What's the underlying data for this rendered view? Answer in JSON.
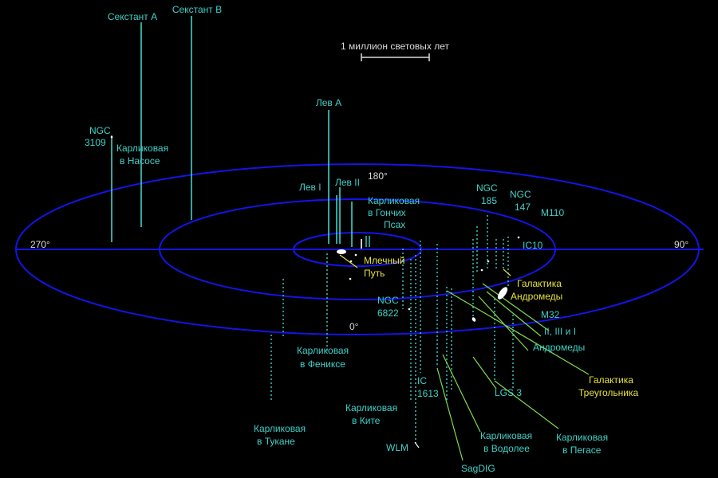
{
  "colors": {
    "background": "#000000",
    "rings": "#1414e6",
    "cyan_label": "#3fd1c8",
    "green_label": "#7fdc52",
    "yellow_label": "#e6e23a",
    "grey_text": "#dcdcdc",
    "white": "#ffffff"
  },
  "scale_bar": {
    "label": "1 миллион световых лет"
  },
  "angles": {
    "a0": "0°",
    "a90": "90°",
    "a180": "180°",
    "a270": "270°"
  },
  "labels": {
    "sextans_a": "Секстант А",
    "sextans_b": "Секстант В",
    "leo_a": "Лев А",
    "ngc3109": [
      "NGC",
      "3109"
    ],
    "antlia": [
      "Карликовая",
      "в Насосе"
    ],
    "leo_i": "Лев I",
    "leo_ii": "Лев II",
    "canes_venatici": [
      "Карликовая",
      "в Гончих",
      "Псах"
    ],
    "milky_way": [
      "Млечный",
      "Путь"
    ],
    "ngc185": [
      "NGC",
      "185"
    ],
    "ngc147": [
      "NGC",
      "147"
    ],
    "m110": "M110",
    "ic10": "IC10",
    "andromeda": [
      "Галактика",
      "Андромеды"
    ],
    "m32": "M32",
    "andromeda_sats": [
      "II, III и I",
      "Андромеды"
    ],
    "ngc6822": [
      "NGC",
      "6822"
    ],
    "phoenix": [
      "Карликовая",
      "в Фениксе"
    ],
    "ic1613": [
      "IC",
      "1613"
    ],
    "triangulum": [
      "Галактика",
      "Треугольника"
    ],
    "lgs3": "LGS 3",
    "cetus": [
      "Карликовая",
      "в Ките"
    ],
    "tucana": [
      "Карликовая",
      "в Тукане"
    ],
    "aquarius": [
      "Карликовая",
      "в Водолее"
    ],
    "pisces": [
      "Карликовая",
      "в Пегасе"
    ],
    "wlm": "WLM",
    "sagdig": "SagDIG"
  }
}
